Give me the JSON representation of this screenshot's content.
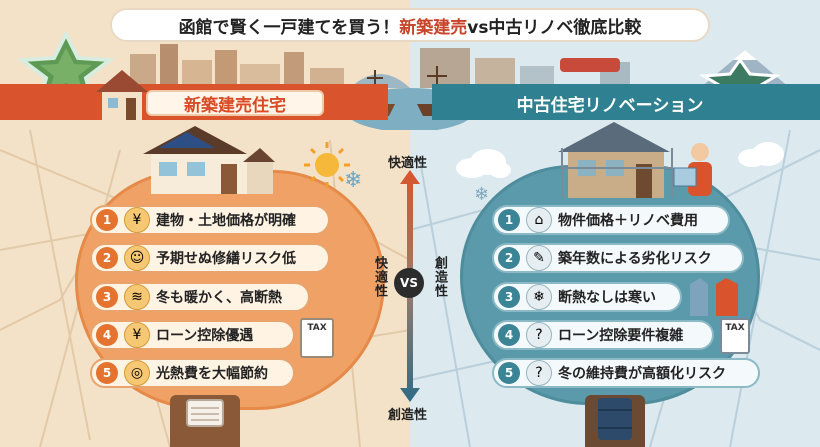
{
  "title": {
    "prefix": "函館で賢く一戸建てを買う！",
    "accent": "新築建売",
    "suffix": "vs中古リノベ徹底比較"
  },
  "left": {
    "banner": "新築建売住宅",
    "items": [
      {
        "num": "1",
        "text": "建物・土地価格が明確",
        "icon": "yen-coin-icon",
        "glyph": "¥"
      },
      {
        "num": "2",
        "text": "予期せぬ修繕リスク低",
        "icon": "relief-face-icon",
        "glyph": "☺"
      },
      {
        "num": "3",
        "text": "冬も暖かく、高断熱",
        "icon": "heater-icon",
        "glyph": "≋"
      },
      {
        "num": "4",
        "text": "ローン控除優遇",
        "icon": "hand-yen-icon",
        "glyph": "¥"
      },
      {
        "num": "5",
        "text": "光熱費を大幅節約",
        "icon": "coins-icon",
        "glyph": "◎"
      }
    ]
  },
  "right": {
    "banner": "中古住宅リノベーション",
    "items": [
      {
        "num": "1",
        "text": "物件価格＋リノベ費用",
        "icon": "house-icon",
        "glyph": "⌂"
      },
      {
        "num": "2",
        "text": "築年数による劣化リスク",
        "icon": "wrench-icon",
        "glyph": "✎"
      },
      {
        "num": "3",
        "text": "断熱なしは寒い",
        "icon": "snowflake-icon",
        "glyph": "❄"
      },
      {
        "num": "4",
        "text": "ローン控除要件複雑",
        "icon": "question-icon",
        "glyph": "?"
      },
      {
        "num": "5",
        "text": "冬の維持費が高額化リスク",
        "icon": "question-coins-icon",
        "glyph": "?"
      }
    ]
  },
  "axis": {
    "top": "快適性",
    "bottom": "創造性",
    "left_vertical": "快適性",
    "right_vertical": "創造性",
    "vs": "VS"
  },
  "tax_label": "TAX",
  "colors": {
    "left_accent": "#d9542d",
    "right_accent": "#2f8090"
  }
}
